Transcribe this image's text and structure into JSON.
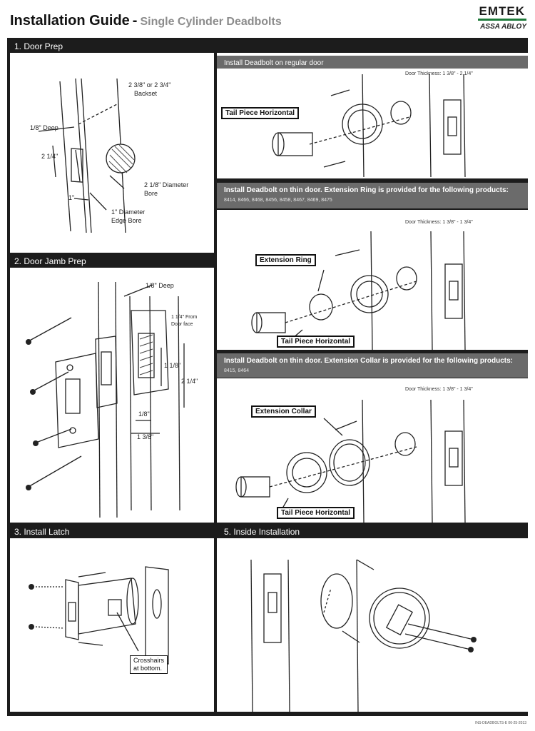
{
  "header": {
    "title": "Installation Guide",
    "separator": "-",
    "subtitle": "Single Cylinder Deadbolts",
    "logo_brand": "EMTEK",
    "logo_parent": "ASSA ABLOY"
  },
  "sections": {
    "door_prep": {
      "title": "1. Door Prep",
      "label_backset": "2 3/8\" or 2 3/4\"",
      "label_backset2": "Backset",
      "label_deep": "1/8\" Deep",
      "label_height": "2 1/4\"",
      "label_bore": "2 1/8\" Diameter",
      "label_bore2": "Bore",
      "label_edge_width": "1\"",
      "label_edge": "1\" Diameter",
      "label_edge2": "Edge Bore"
    },
    "door_jamb_prep": {
      "title": "2. Door Jamb Prep",
      "label_deep": "1/8\" Deep",
      "label_from_face": "1 1/4\" From",
      "label_from_face2": "Door face",
      "label_inner": "1 1/8\"",
      "label_outer": "2 1/4\"",
      "label_width": "1/8\"",
      "label_total": "1 3/8\""
    },
    "install_latch": {
      "title": "3. Install Latch",
      "callout_line1": "Crosshairs",
      "callout_line2": "at bottom."
    },
    "inside_installation": {
      "title": "5. Inside Installation"
    },
    "regular_door": {
      "banner": "Install Deadbolt on regular door",
      "thickness": "Door Thickness: 1 3/8\" - 2 1/4\"",
      "callout": "Tail Piece Horizontal"
    },
    "thin_door_ring": {
      "banner": "Install Deadbolt on thin door. Extension Ring is provided for the following products:",
      "products": "8414, 8466, 8468, 8456, 8458, 8467, 8469, 8475",
      "thickness": "Door Thickness: 1 3/8\" - 1 3/4\"",
      "callout_top": "Extension Ring",
      "callout_bottom": "Tail Piece Horizontal"
    },
    "thin_door_collar": {
      "banner": "Install Deadbolt on thin door. Extension Collar is provided for the following products:",
      "products": "8415, 8464",
      "thickness": "Door Thickness: 1 3/8\" - 1 3/4\"",
      "callout_top": "Extension Collar",
      "callout_bottom": "Tail Piece Horizontal"
    }
  },
  "footer": {
    "doc_id": "INS-DEADBOLTS-E 06-25-2013"
  },
  "colors": {
    "frame": "#1c1c1c",
    "banner": "#6b6b6b",
    "subtitle": "#8c8c8c",
    "logo_accent": "#1e7a3a"
  }
}
